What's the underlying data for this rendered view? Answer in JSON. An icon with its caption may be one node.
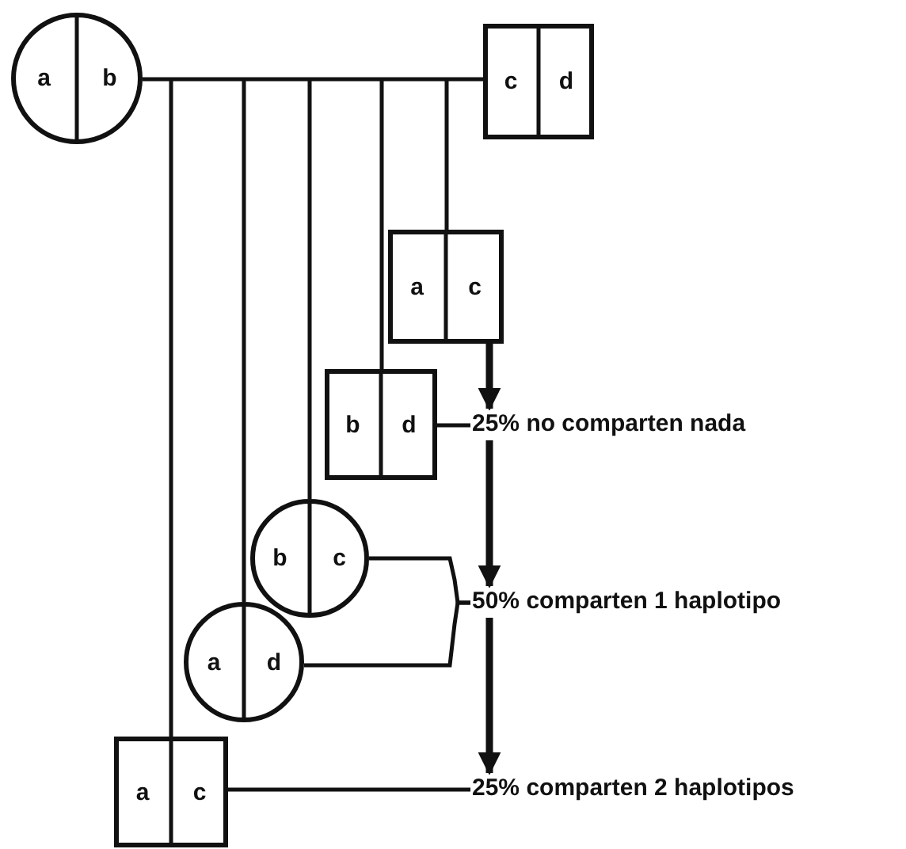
{
  "diagram": {
    "nodes": [
      {
        "text": [
          "a",
          "b"
        ]
      },
      {
        "text": [
          "c",
          "d"
        ]
      },
      {
        "text": [
          "a",
          "c"
        ]
      },
      {
        "text": [
          "b",
          "d"
        ]
      },
      {
        "text": [
          "b",
          "c"
        ]
      },
      {
        "text": [
          "a",
          "d"
        ]
      },
      {
        "text": [
          "a",
          "c"
        ]
      },
      {
        "text": [
          "25% no comparten nada"
        ]
      },
      {
        "text": [
          "50% comparten 1 haplotipo"
        ]
      },
      {
        "text": [
          "25% comparten 2 haplotipos"
        ]
      }
    ],
    "edges": [
      {
        "from": 0,
        "to": 1,
        "arrow": "none"
      },
      {
        "from": null,
        "to": 2,
        "arrow": "none"
      },
      {
        "from": null,
        "to": 3,
        "arrow": "none"
      },
      {
        "from": null,
        "to": 4,
        "arrow": "none"
      },
      {
        "from": null,
        "to": 5,
        "arrow": "none"
      },
      {
        "from": null,
        "to": 6,
        "arrow": "none"
      },
      {
        "from": 2,
        "to": 7,
        "arrow": "to",
        "style": "thick"
      },
      {
        "from": 3,
        "to": 7,
        "arrow": "none"
      },
      {
        "from": 7,
        "to": 8,
        "arrow": "to",
        "style": "thick"
      },
      {
        "from": 4,
        "to": 8,
        "arrow": "none"
      },
      {
        "from": 5,
        "to": 8,
        "arrow": "none"
      },
      {
        "from": 8,
        "to": 9,
        "arrow": "to",
        "style": "thick"
      },
      {
        "from": 6,
        "to": 9,
        "arrow": "none"
      }
    ]
  }
}
